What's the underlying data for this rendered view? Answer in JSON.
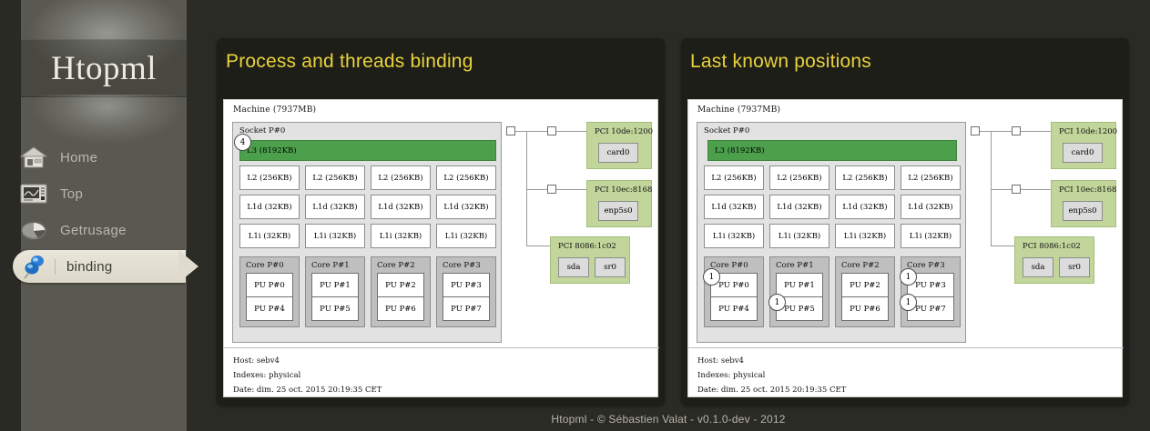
{
  "app": {
    "brand": "Htopml",
    "statusbar": "Htopml - © Sébastien Valat - v0.1.0-dev - 2012",
    "accent_yellow": "#e8d33c",
    "background": "#2b2b26",
    "panel_background": "#1e1e18",
    "sidebar_background": "#595951",
    "highlight_green": "#4ca04c",
    "pci_green": "#c2d69b"
  },
  "sidebar": {
    "items": [
      {
        "label": "Home",
        "icon": "house-icon",
        "selected": false
      },
      {
        "label": "Top",
        "icon": "monitor-icon",
        "selected": false
      },
      {
        "label": "Getrusage",
        "icon": "pie-icon",
        "selected": false
      },
      {
        "label": "binding",
        "icon": "pushpin-icon",
        "selected": true
      }
    ]
  },
  "panels": [
    {
      "title": "Process and threads binding",
      "machine": "Machine (7937MB)",
      "socket": "Socket P#0",
      "l3": "L3 (8192KB)",
      "l3_inset": false,
      "l3_badge": "4",
      "l2": [
        "L2 (256KB)",
        "L2 (256KB)",
        "L2 (256KB)",
        "L2 (256KB)"
      ],
      "l1d": [
        "L1d (32KB)",
        "L1d (32KB)",
        "L1d (32KB)",
        "L1d (32KB)"
      ],
      "l1i": [
        "L1i (32KB)",
        "L1i (32KB)",
        "L1i (32KB)",
        "L1i (32KB)"
      ],
      "cores": [
        {
          "label": "Core P#0",
          "pus": [
            "PU P#0",
            "PU P#4"
          ],
          "badges": []
        },
        {
          "label": "Core P#1",
          "pus": [
            "PU P#1",
            "PU P#5"
          ],
          "badges": []
        },
        {
          "label": "Core P#2",
          "pus": [
            "PU P#2",
            "PU P#6"
          ],
          "badges": []
        },
        {
          "label": "Core P#3",
          "pus": [
            "PU P#3",
            "PU P#7"
          ],
          "badges": []
        }
      ],
      "pci": [
        {
          "label": "PCI 10de:1200",
          "devices": [
            "card0"
          ]
        },
        {
          "label": "PCI 10ec:8168",
          "devices": [
            "enp5s0"
          ]
        },
        {
          "label": "PCI 8086:1c02",
          "devices": [
            "sda",
            "sr0"
          ]
        }
      ],
      "info": {
        "host": "Host: sebv4",
        "indexes": "Indexes: physical",
        "date": "Date: dim. 25 oct. 2015 20:19:35 CET"
      }
    },
    {
      "title": "Last known positions",
      "machine": "Machine (7937MB)",
      "socket": "Socket P#0",
      "l3": "L3 (8192KB)",
      "l3_inset": true,
      "l3_badge": null,
      "l2": [
        "L2 (256KB)",
        "L2 (256KB)",
        "L2 (256KB)",
        "L2 (256KB)"
      ],
      "l1d": [
        "L1d (32KB)",
        "L1d (32KB)",
        "L1d (32KB)",
        "L1d (32KB)"
      ],
      "l1i": [
        "L1i (32KB)",
        "L1i (32KB)",
        "L1i (32KB)",
        "L1i (32KB)"
      ],
      "cores": [
        {
          "label": "Core P#0",
          "pus": [
            "PU P#0",
            "PU P#4"
          ],
          "badges": [
            {
              "text": "1",
              "pu": 0
            }
          ]
        },
        {
          "label": "Core P#1",
          "pus": [
            "PU P#1",
            "PU P#5"
          ],
          "badges": [
            {
              "text": "1",
              "pu": 1
            }
          ]
        },
        {
          "label": "Core P#2",
          "pus": [
            "PU P#2",
            "PU P#6"
          ],
          "badges": []
        },
        {
          "label": "Core P#3",
          "pus": [
            "PU P#3",
            "PU P#7"
          ],
          "badges": [
            {
              "text": "1",
              "pu": 0
            },
            {
              "text": "1",
              "pu": 1
            }
          ]
        }
      ],
      "pci": [
        {
          "label": "PCI 10de:1200",
          "devices": [
            "card0"
          ]
        },
        {
          "label": "PCI 10ec:8168",
          "devices": [
            "enp5s0"
          ]
        },
        {
          "label": "PCI 8086:1c02",
          "devices": [
            "sda",
            "sr0"
          ]
        }
      ],
      "info": {
        "host": "Host: sebv4",
        "indexes": "Indexes: physical",
        "date": "Date: dim. 25 oct. 2015 20:19:35 CET"
      }
    }
  ]
}
